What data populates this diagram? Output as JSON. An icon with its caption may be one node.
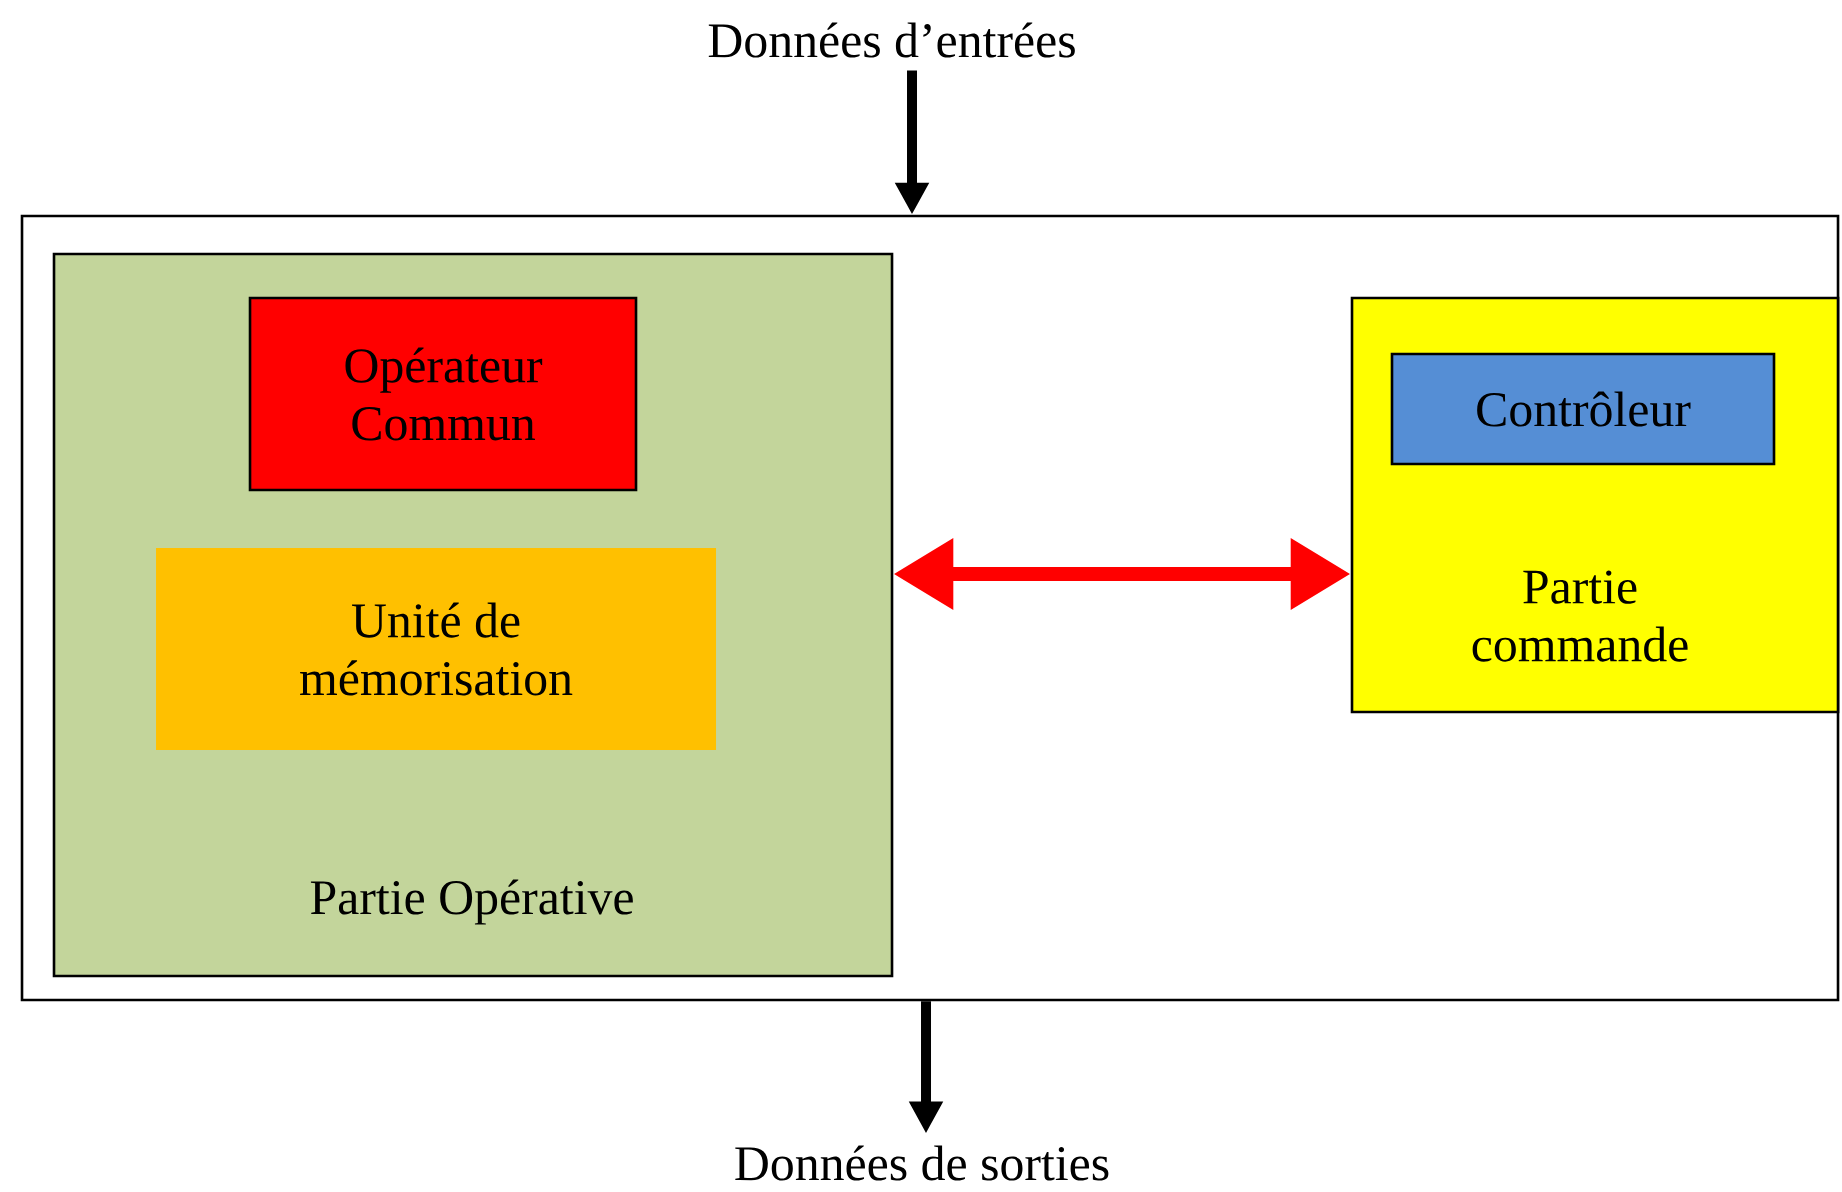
{
  "diagram": {
    "nodes": [
      {
        "text": [
          "Données d’entrées"
        ]
      },
      {
        "text": [],
        "shape": "box"
      },
      {
        "text": [
          "Partie Opérative"
        ],
        "in": 1
      },
      {
        "text": [
          "Opérateur Commun"
        ],
        "in": 2
      },
      {
        "text": [
          "Unité de mémorisation"
        ],
        "in": 2
      },
      {
        "text": [
          "Partie commande"
        ],
        "in": 1
      },
      {
        "text": [
          "Contrôleur"
        ],
        "in": 5
      },
      {
        "text": [
          "Données de sorties"
        ]
      }
    ],
    "edges": [
      {
        "from": 0,
        "to": 1,
        "arrow": "to"
      },
      {
        "from": 2,
        "to": 5,
        "arrow": "both",
        "color": "#ff0000"
      },
      {
        "from": 1,
        "to": 7,
        "arrow": "to"
      }
    ]
  }
}
